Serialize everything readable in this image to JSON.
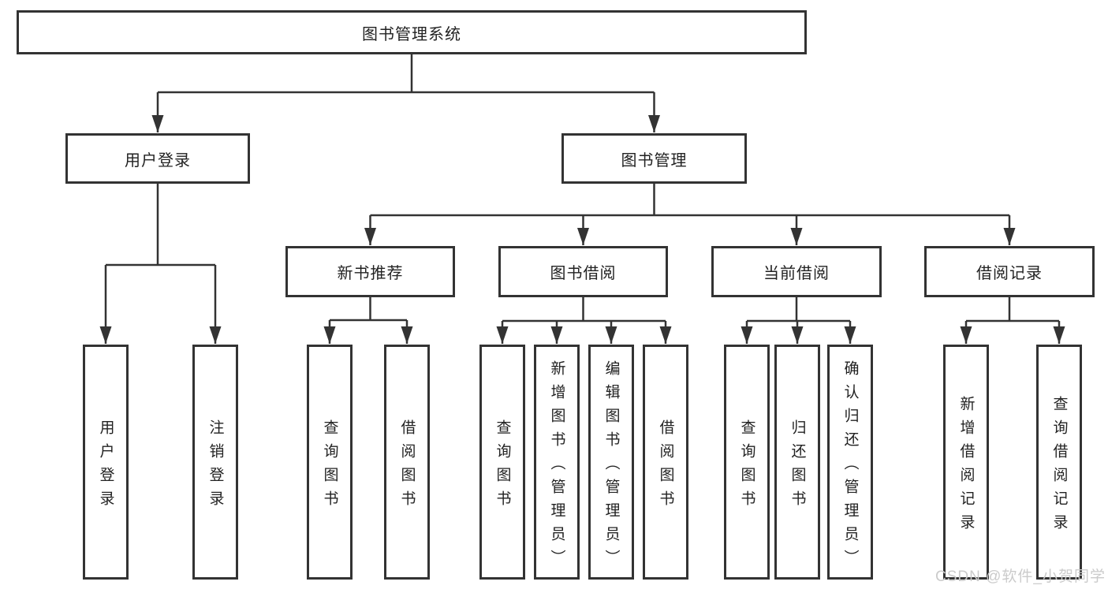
{
  "diagram": {
    "root": {
      "label": "图书管理系统"
    },
    "branches": [
      {
        "label": "用户登录",
        "children": [
          {
            "label": "用户登录"
          },
          {
            "label": "注销登录"
          }
        ]
      },
      {
        "label": "图书管理",
        "children": [
          {
            "label": "新书推荐",
            "children": [
              {
                "label": "查询图书"
              },
              {
                "label": "借阅图书"
              }
            ]
          },
          {
            "label": "图书借阅",
            "children": [
              {
                "label": "查询图书"
              },
              {
                "label": "新增图书（管理员）"
              },
              {
                "label": "编辑图书（管理员）"
              },
              {
                "label": "借阅图书"
              }
            ]
          },
          {
            "label": "当前借阅",
            "children": [
              {
                "label": "查询图书"
              },
              {
                "label": "归还图书"
              },
              {
                "label": "确认归还（管理员）"
              }
            ]
          },
          {
            "label": "借阅记录",
            "children": [
              {
                "label": "新增借阅记录"
              },
              {
                "label": "查询借阅记录"
              }
            ]
          }
        ]
      }
    ]
  },
  "watermark": {
    "text": "CSDN @软件_小贺同学"
  },
  "colors": {
    "line": "#333333",
    "box_border": "#333333",
    "text": "#222222",
    "background": "#ffffff",
    "watermark": "#cbcbcb"
  }
}
